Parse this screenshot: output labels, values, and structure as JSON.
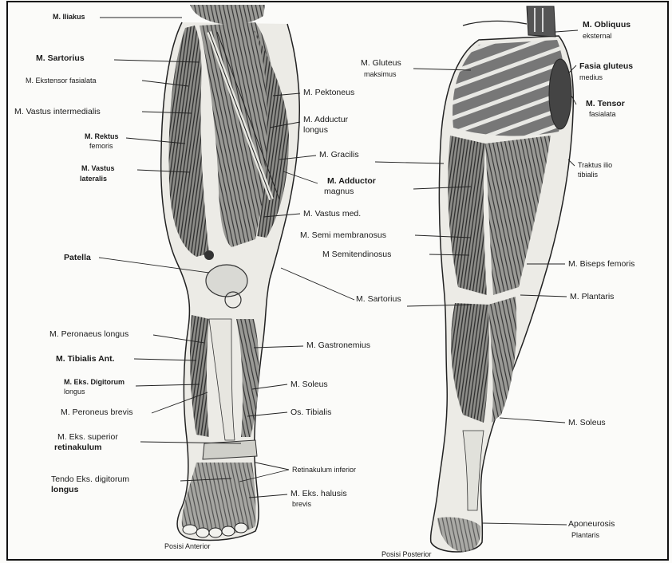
{
  "anterior": {
    "caption": "Posisi Anterior",
    "labels": {
      "iliakus": "M. Iliakus",
      "sartorius": "M. Sartorius",
      "ekstensor_fascialata": "M. Ekstensor fasialata",
      "vastus_intermedialis": "M. Vastus intermedialis",
      "rektus_femoris_1": "M. Rektus",
      "rektus_femoris_2": "femoris",
      "vastus_lateralis_1": "M. Vastus",
      "vastus_lateralis_2": "lateralis",
      "pektineus": "M. Pektoneus",
      "adductor_longus_1": "M. Adductur",
      "adductor_longus_2": "longus",
      "gracilis": "M. Gracilis",
      "adductor_magnus_1": "M. Adductor",
      "adductor_magnus_2": "magnus",
      "vastus_medialis": "M. Vastus med.",
      "patella": "Patella",
      "sartorius_lower": "M. Sartorius",
      "peroneus_longus": "M. Peronaeus longus",
      "tibialis_ant": "M. Tibialis Ant.",
      "eks_digitorum_longus_1": "M. Eks. Digitorum",
      "eks_digitorum_longus_2": "longus",
      "peroneus_brevis": "M. Peroneus brevis",
      "eks_superior_1": "M. Eks. superior",
      "eks_superior_2": "retinakulum",
      "tendo_eks_1": "Tendo Eks. digitorum",
      "tendo_eks_2": "longus",
      "gastrocnemius": "M. Gastronemius",
      "soleus": "M. Soleus",
      "os_tibialis": "Os. Tibialis",
      "retinakulum_inferior": "Retinakulum inferior",
      "eks_halusis_1": "M. Eks. halusis",
      "eks_halusis_2": "brevis"
    }
  },
  "posterior": {
    "caption": "Posisi Posterior",
    "labels": {
      "obliquus_1": "M. Obliquus",
      "obliquus_2": "eksternal",
      "gluteus_maximus_1": "M. Gluteus",
      "gluteus_maximus_2": "maksimus",
      "fasia_gluteus_1": "Fasia gluteus",
      "fasia_gluteus_2": "medius",
      "tensor_1": "M. Tensor",
      "tensor_2": "fasialata",
      "traktus_1": "Traktus ilio",
      "traktus_2": "tibialis",
      "semimembranosus": "M. Semi membranosus",
      "semitendinosus": "M Semitendinosus",
      "biseps": "M. Biseps femoris",
      "plantaris": "M. Plantaris",
      "soleus": "M. Soleus",
      "aponeurosis_1": "Aponeurosis",
      "aponeurosis_2": "Plantaris"
    }
  }
}
